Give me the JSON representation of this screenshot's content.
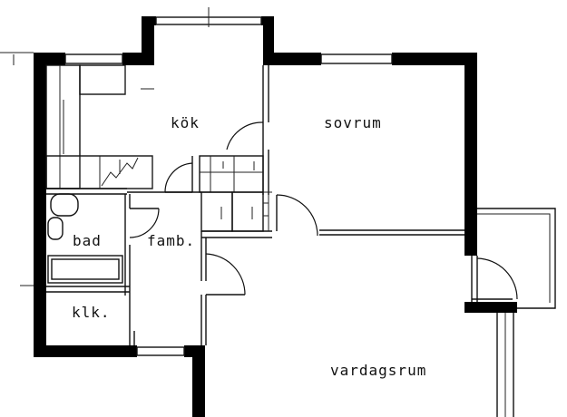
{
  "floorplan": {
    "rooms": {
      "kitchen": "kök",
      "bedroom": "sovrum",
      "bathroom": "bad",
      "hall": "famb.",
      "closet": "klk.",
      "living_room": "vardagsrum"
    }
  }
}
